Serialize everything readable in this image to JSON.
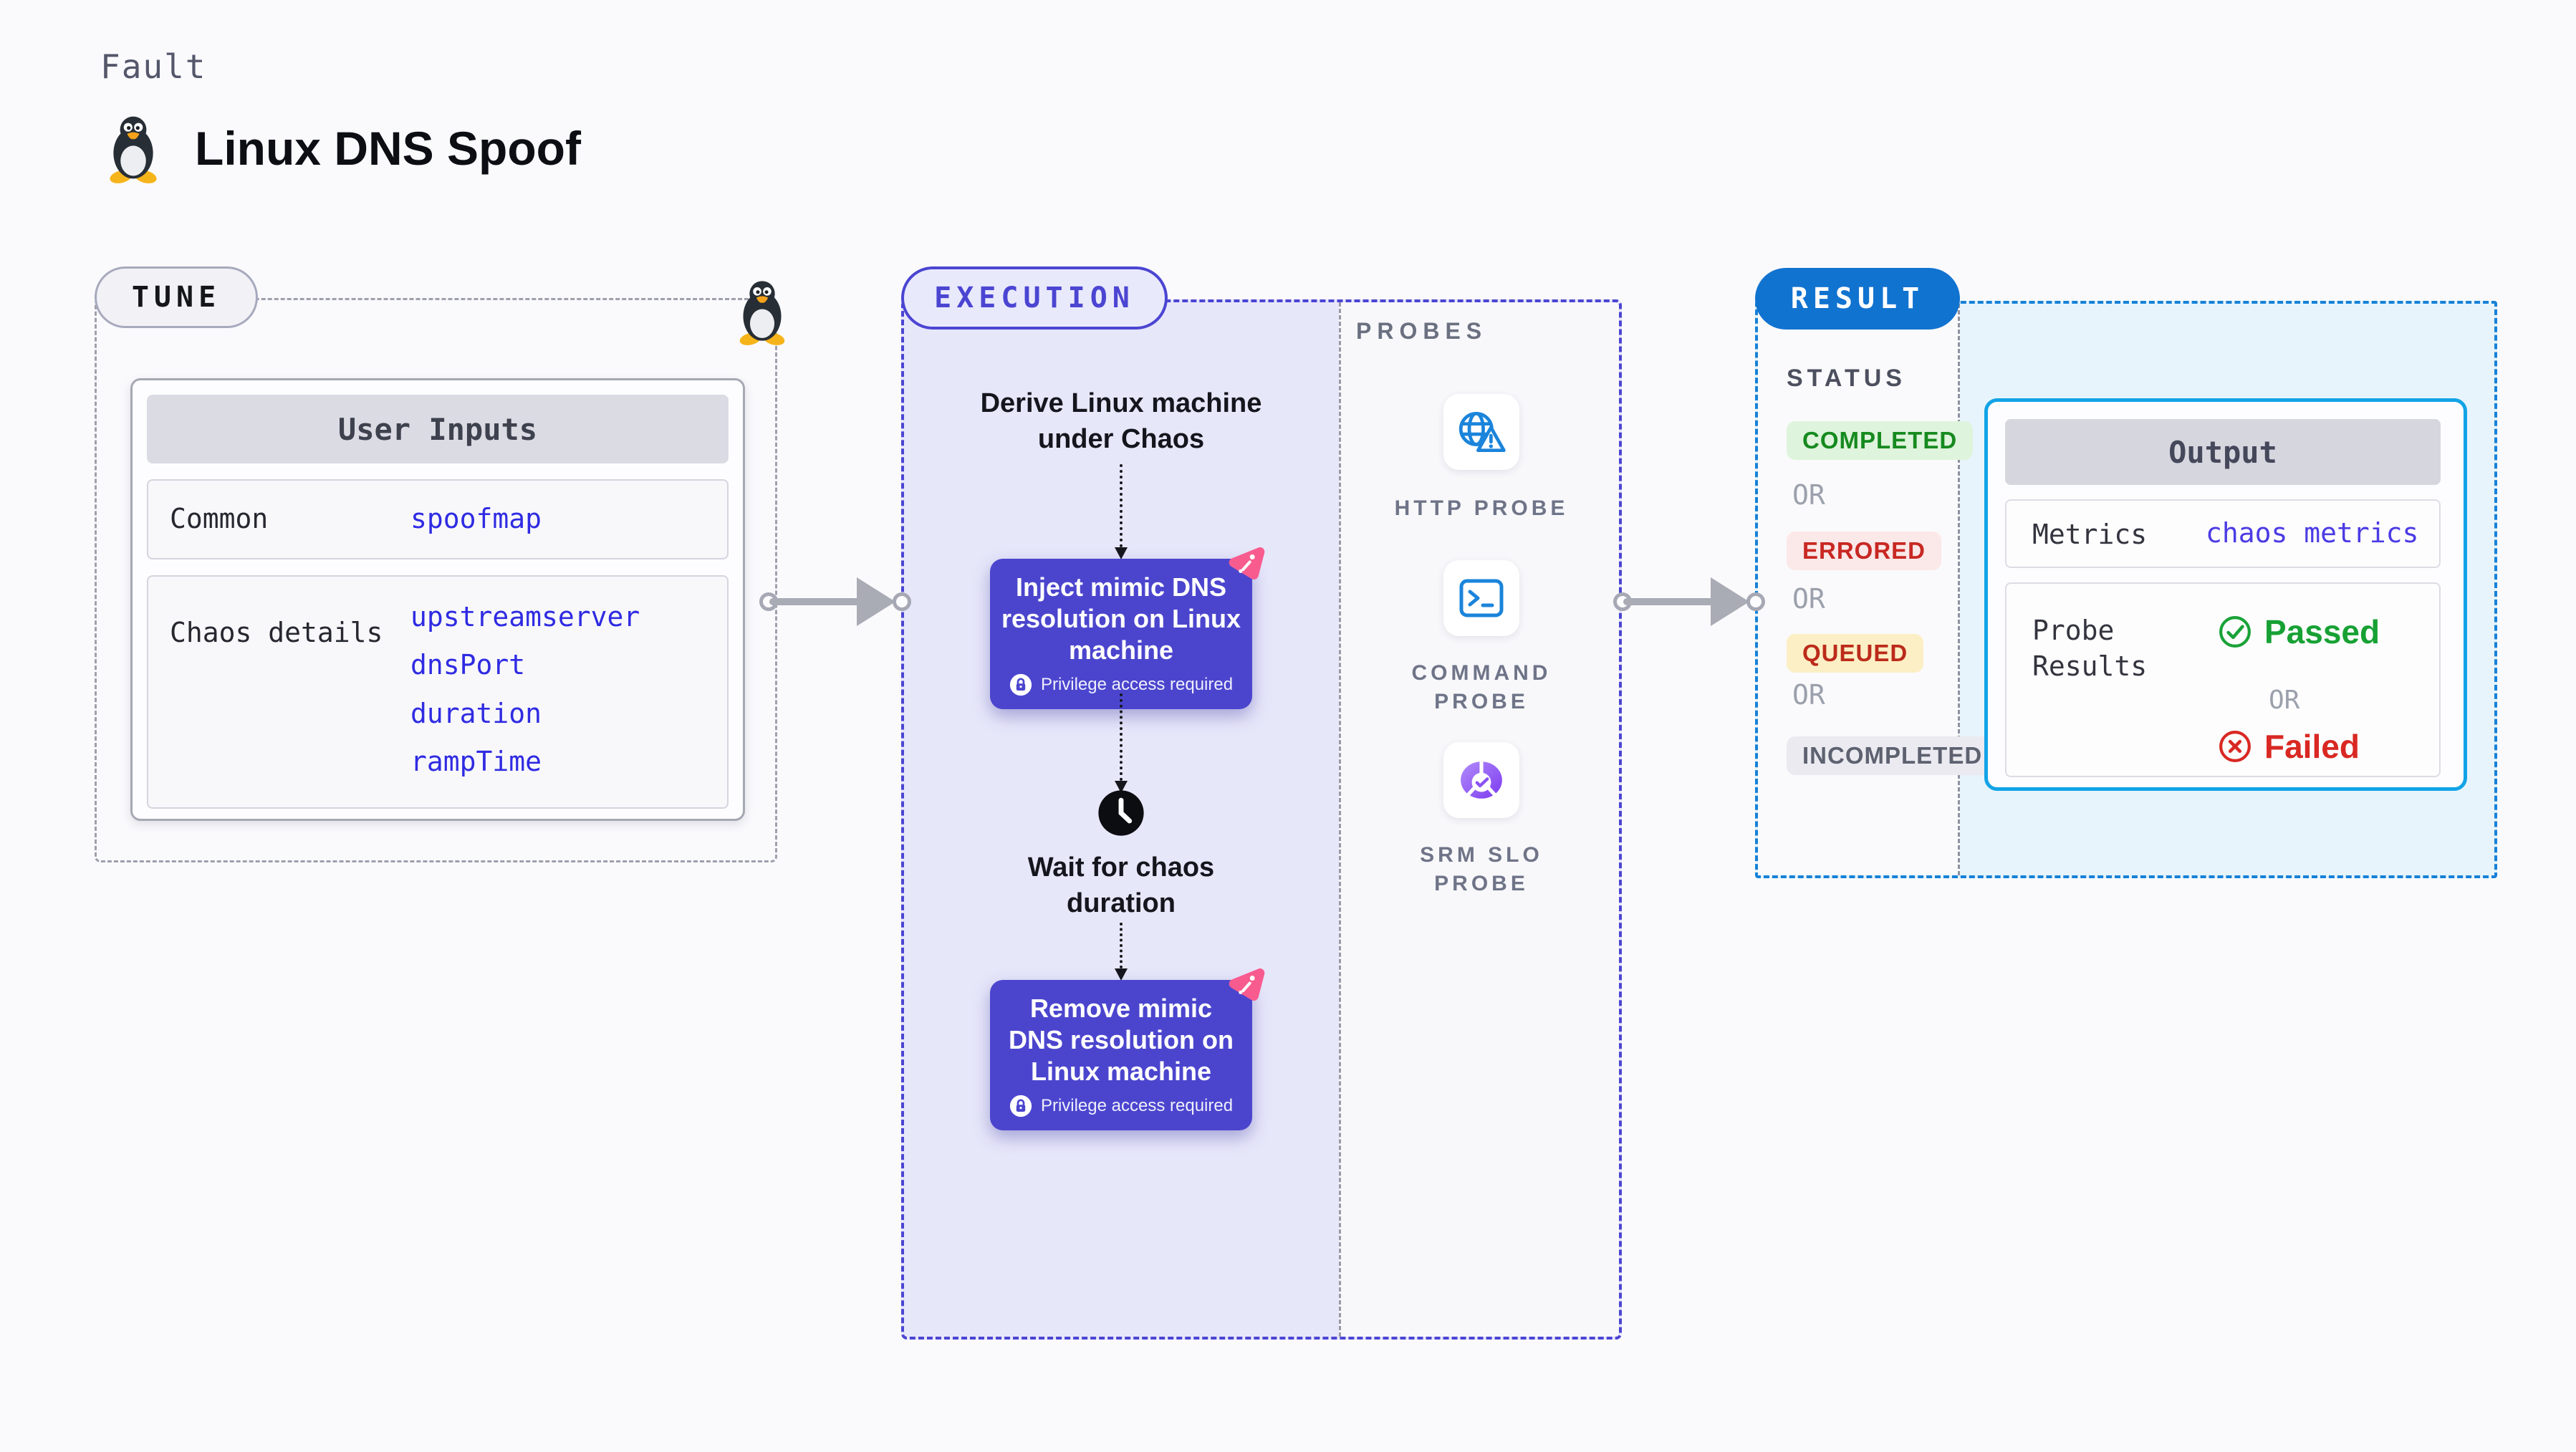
{
  "page": {
    "eyebrow": "Fault",
    "title": "Linux DNS Spoof"
  },
  "tune": {
    "badge": "TUNE",
    "table": {
      "header": "User Inputs",
      "rows": [
        {
          "label": "Common",
          "values": [
            "spoofmap"
          ]
        },
        {
          "label": "Chaos details",
          "values": [
            "upstreamserver",
            "dnsPort",
            "duration",
            "rampTime"
          ]
        }
      ]
    }
  },
  "execution": {
    "badge": "EXECUTION",
    "derive": "Derive Linux machine under Chaos",
    "inject": "Inject mimic DNS resolution on Linux machine",
    "wait": "Wait for chaos duration",
    "remove": "Remove mimic DNS resolution on Linux machine",
    "privilege_note": "Privilege access required"
  },
  "probes": {
    "title": "PROBES",
    "items": [
      {
        "label": "HTTP PROBE",
        "icon": "globe-alert-icon"
      },
      {
        "label": "COMMAND PROBE",
        "icon": "terminal-icon"
      },
      {
        "label": "SRM SLO PROBE",
        "icon": "slo-gauge-icon"
      }
    ]
  },
  "result": {
    "badge": "RESULT",
    "status": {
      "title": "STATUS",
      "or_label": "OR",
      "items": [
        {
          "label": "COMPLETED",
          "fg": "#168A1F",
          "bg": "#DFF4DC"
        },
        {
          "label": "ERRORED",
          "fg": "#C82823",
          "bg": "#FBE8E8"
        },
        {
          "label": "QUEUED",
          "fg": "#BC2B1A",
          "bg": "#FCEFC5"
        },
        {
          "label": "INCOMPLETED",
          "fg": "#5D6170",
          "bg": "#EAEAF0"
        }
      ]
    },
    "output": {
      "header": "Output",
      "metrics_label": "Metrics",
      "metrics_value": "chaos metrics",
      "probe_results_label": "Probe Results",
      "passed_label": "Passed",
      "or_label": "OR",
      "failed_label": "Failed"
    }
  },
  "colors": {
    "page_bg": "#FAFAFD",
    "accent_indigo": "#4B45CE",
    "execution_fill": "#E7E7FA",
    "accent_pink": "#F85C8F",
    "link_blue": "#2F2BE2",
    "metrics_indigo": "#4B3BE4",
    "result_blue": "#1173D0",
    "result_fill": "#E7F4FB",
    "output_border_cyan": "#12A3E6",
    "probe_blue": "#1B84DB",
    "probe_purple": "#8B52F2",
    "passed_green": "#17A134",
    "failed_red": "#D92823",
    "arrow_gray": "#A9ABB5"
  }
}
